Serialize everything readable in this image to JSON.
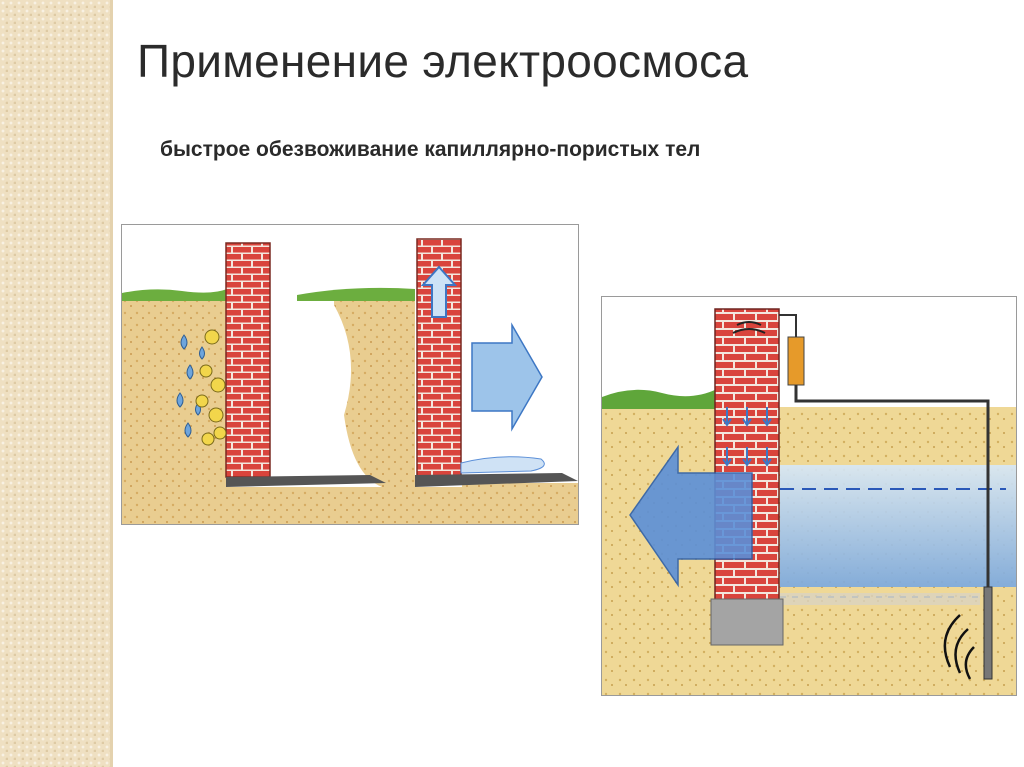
{
  "slide": {
    "title": "Применение электроосмоса",
    "subtitle": "быстрое обезвоживание капиллярно-пористых тел"
  },
  "colors": {
    "brick": "#d9443c",
    "mortar": "#f3e6dd",
    "soil": "#e7c88a",
    "grass": "#5fa63a",
    "water": "#5b8fd8",
    "sidebar": "#efe0c2"
  },
  "illustrations": [
    {
      "name": "wall-before-dewatering",
      "icons": [
        "brick-wall",
        "water-droplet",
        "salt-particle"
      ]
    },
    {
      "name": "wall-after-dewatering",
      "icons": [
        "brick-wall",
        "up-arrow",
        "right-arrow"
      ]
    },
    {
      "name": "electroosmosis-installation",
      "icons": [
        "brick-wall",
        "electrode",
        "wire",
        "left-arrow",
        "groundwater-level"
      ]
    }
  ]
}
